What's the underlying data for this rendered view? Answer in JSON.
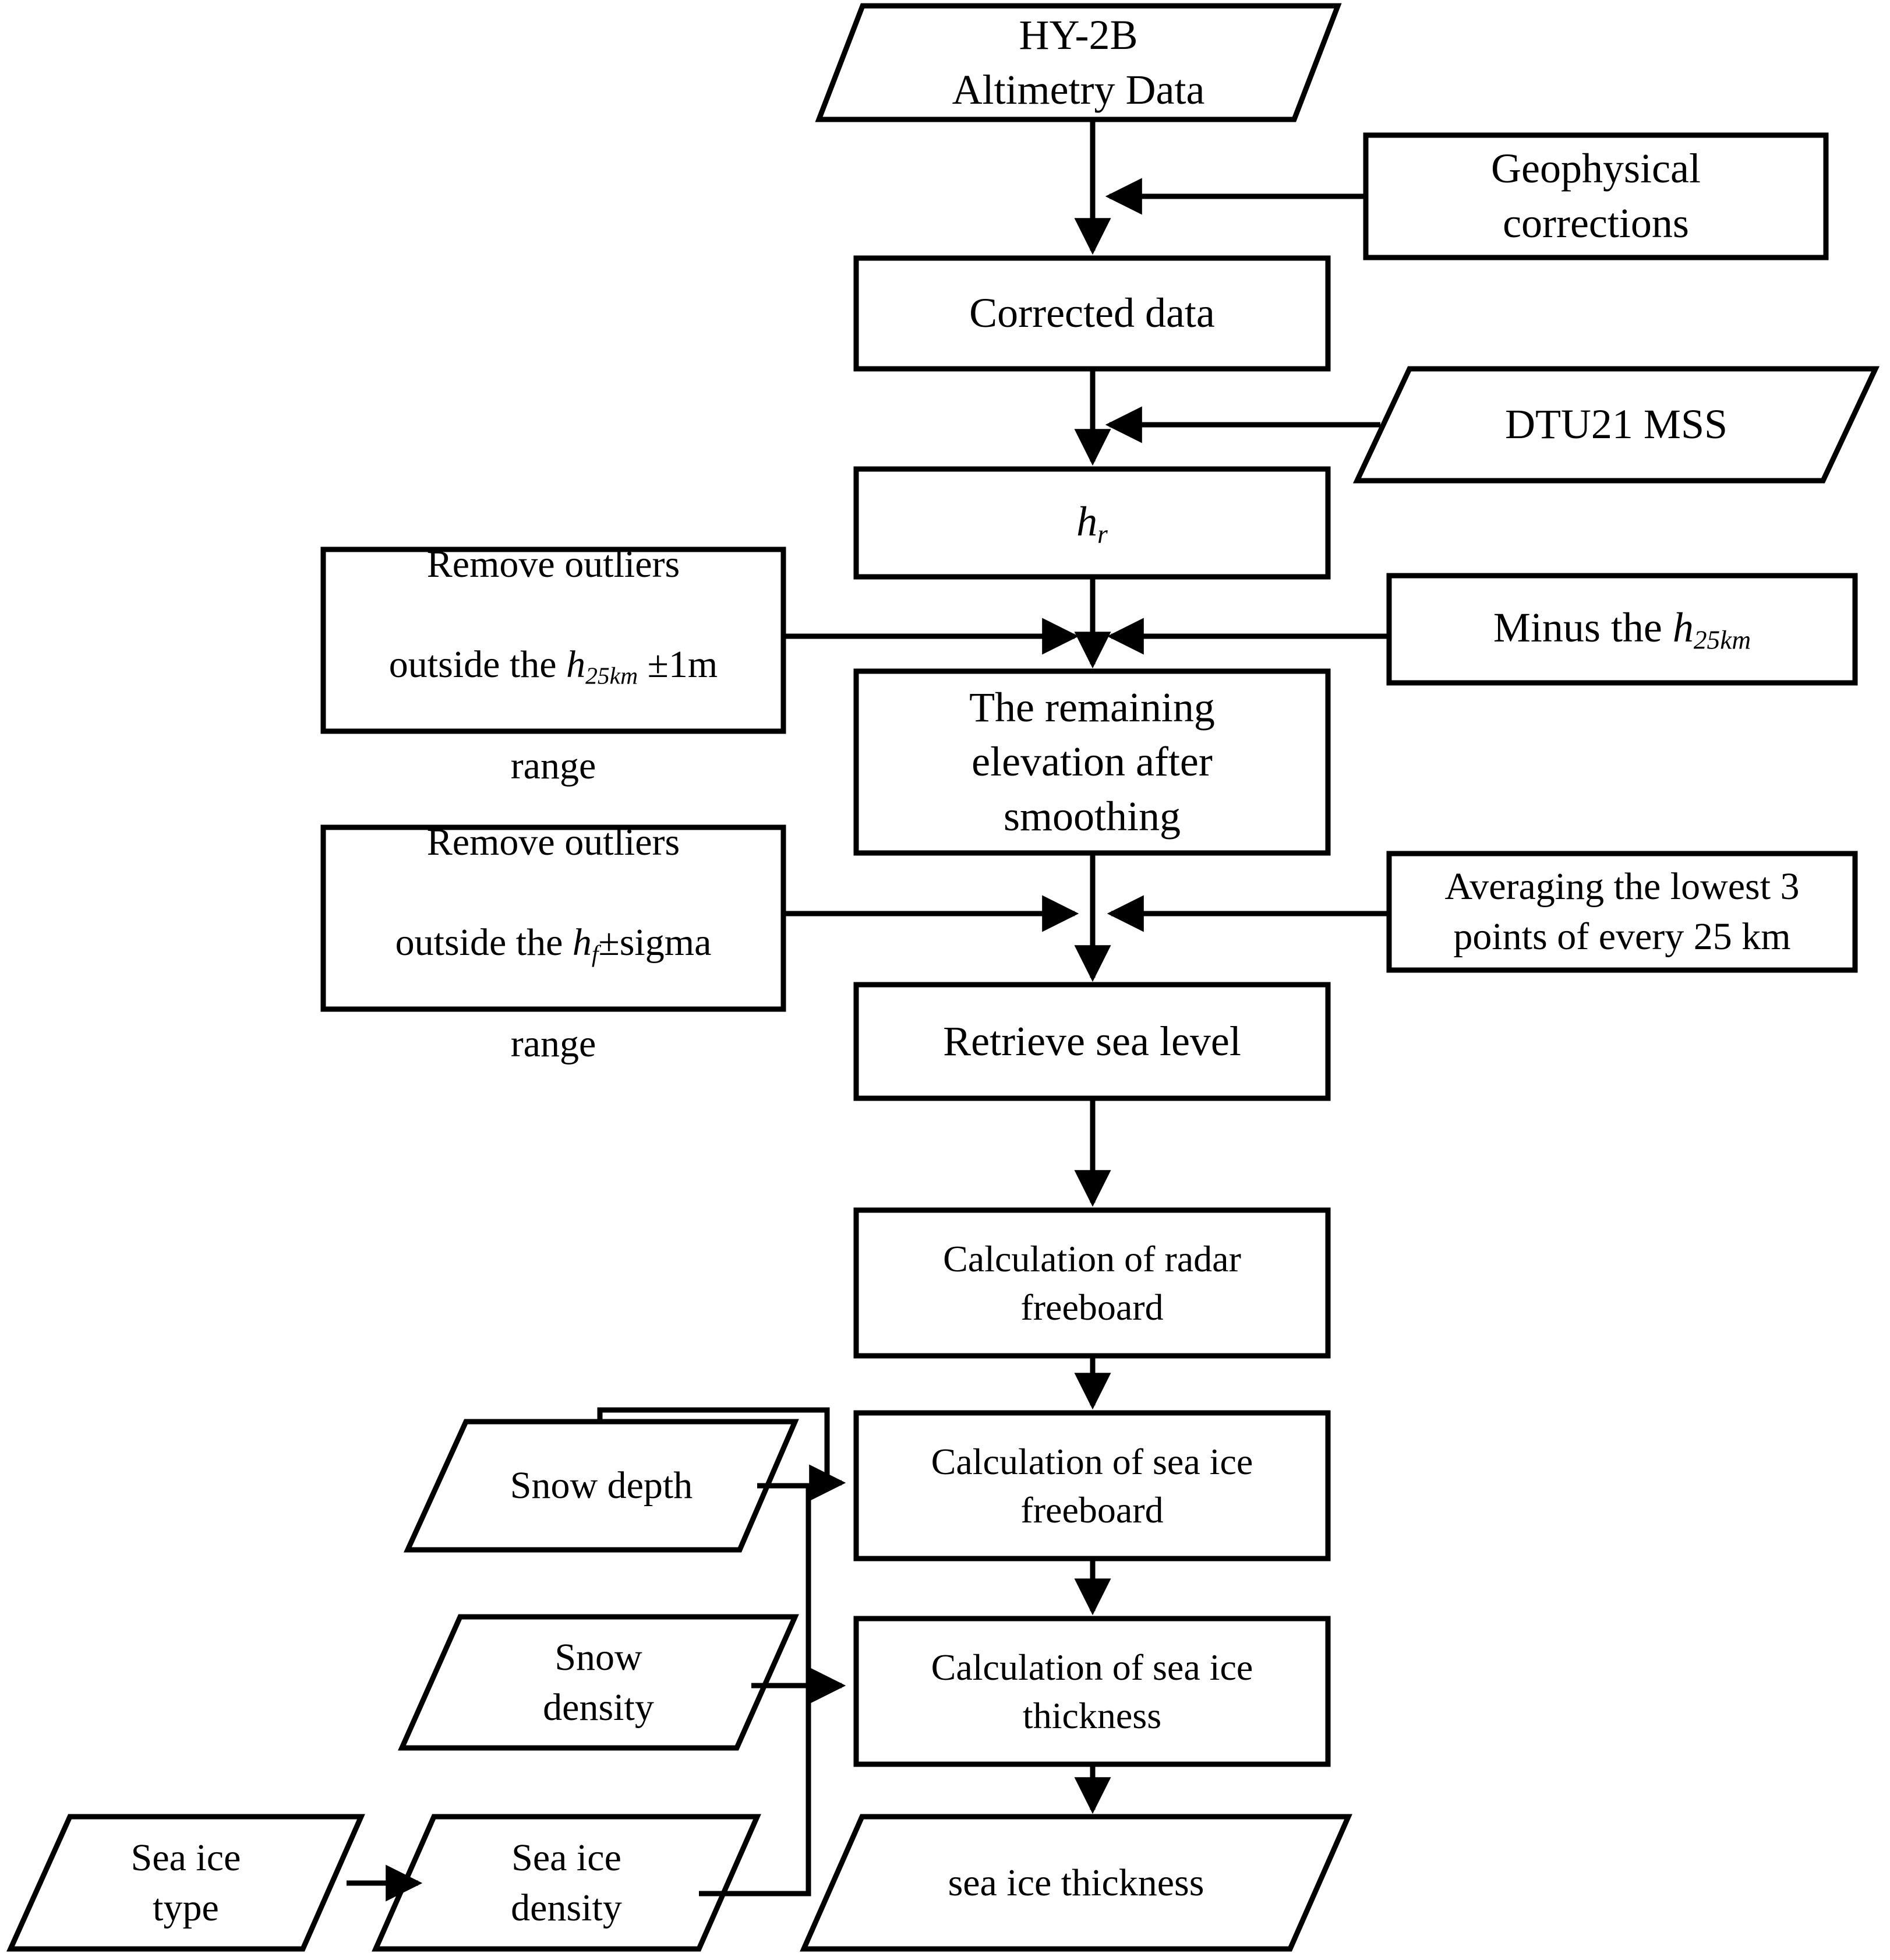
{
  "diagram": {
    "title": "HY-2B sea ice thickness retrieval flowchart",
    "stroke_color": "#000000",
    "fill_color": "#ffffff",
    "background": "#ffffff"
  },
  "nodes": {
    "hy2b_data": {
      "label": "HY-2B\nAltimetry Data",
      "shape": "parallelogram"
    },
    "geophysical_corrections": {
      "label": "Geophysical\ncorrections",
      "shape": "rectangle"
    },
    "corrected_data": {
      "label": "Corrected data",
      "shape": "rectangle"
    },
    "dtu21_mss": {
      "label": "DTU21 MSS",
      "shape": "parallelogram"
    },
    "hr": {
      "label": "hr",
      "label_main": "h",
      "label_sub": "r",
      "shape": "rectangle",
      "italic": true
    },
    "remove_outliers_25km": {
      "label": "Remove outliers outside the h25km ±1m range",
      "line1": "Remove outliers",
      "line2_pre": "outside the ",
      "line2_var": "h",
      "line2_sub": "25km",
      "line2_post": " ±1m",
      "line3": "range",
      "shape": "rectangle"
    },
    "minus_h25km": {
      "label": "Minus the h25km",
      "pre": "Minus the ",
      "var": "h",
      "sub": "25km",
      "shape": "rectangle"
    },
    "remaining_elevation": {
      "label": "The remaining\nelevation after\nsmoothing",
      "shape": "rectangle"
    },
    "remove_outliers_hf": {
      "label": "Remove outliers outside the hf ±sigma range",
      "line1": "Remove outliers",
      "line2_pre": "outside the ",
      "line2_var": "h",
      "line2_sub": "f",
      "line2_post": "±sigma",
      "line3": "range",
      "shape": "rectangle"
    },
    "averaging_lowest3": {
      "label": "Averaging the lowest 3\npoints of every 25 km",
      "shape": "rectangle"
    },
    "retrieve_sea_level": {
      "label": "Retrieve sea level",
      "shape": "rectangle"
    },
    "calc_radar_freeboard": {
      "label": "Calculation of radar\nfreeboard",
      "shape": "rectangle"
    },
    "calc_sea_ice_freeboard": {
      "label": "Calculation of sea ice\nfreeboard",
      "shape": "rectangle"
    },
    "calc_sea_ice_thickness": {
      "label": "Calculation of sea ice\nthickness",
      "shape": "rectangle"
    },
    "snow_depth": {
      "label": "Snow depth",
      "shape": "parallelogram"
    },
    "snow_density": {
      "label": "Snow\ndensity",
      "shape": "parallelogram"
    },
    "sea_ice_type": {
      "label": "Sea ice\ntype",
      "shape": "parallelogram"
    },
    "sea_ice_density": {
      "label": "Sea ice\ndensity",
      "shape": "parallelogram"
    },
    "sea_ice_thickness_out": {
      "label": "sea ice thickness",
      "shape": "parallelogram"
    }
  },
  "edges": [
    {
      "from": "hy2b_data",
      "to": "corrected_data",
      "type": "arrow-down"
    },
    {
      "from": "geophysical_corrections",
      "to": "hy2b_data-corrected_data",
      "type": "arrow-left"
    },
    {
      "from": "corrected_data",
      "to": "hr",
      "type": "arrow-down"
    },
    {
      "from": "dtu21_mss",
      "to": "corrected_data-hr",
      "type": "arrow-left"
    },
    {
      "from": "hr",
      "to": "remaining_elevation",
      "type": "arrow-down"
    },
    {
      "from": "remove_outliers_25km",
      "to": "hr-remaining_elevation",
      "type": "arrow-right"
    },
    {
      "from": "minus_h25km",
      "to": "hr-remaining_elevation",
      "type": "arrow-left"
    },
    {
      "from": "remaining_elevation",
      "to": "retrieve_sea_level",
      "type": "arrow-down"
    },
    {
      "from": "remove_outliers_hf",
      "to": "remaining_elevation-retrieve_sea_level",
      "type": "arrow-right"
    },
    {
      "from": "averaging_lowest3",
      "to": "remaining_elevation-retrieve_sea_level",
      "type": "arrow-left"
    },
    {
      "from": "retrieve_sea_level",
      "to": "calc_radar_freeboard",
      "type": "arrow-down"
    },
    {
      "from": "calc_radar_freeboard",
      "to": "calc_sea_ice_freeboard",
      "type": "arrow-down"
    },
    {
      "from": "snow_depth",
      "to": "calc_sea_ice_freeboard",
      "type": "arrow-right"
    },
    {
      "from": "calc_sea_ice_freeboard",
      "to": "calc_sea_ice_thickness",
      "type": "arrow-down"
    },
    {
      "from": "snow_density",
      "to": "calc_sea_ice_thickness",
      "type": "arrow-right"
    },
    {
      "from": "snow_depth",
      "to": "calc_sea_ice_thickness",
      "type": "routed"
    },
    {
      "from": "sea_ice_type",
      "to": "sea_ice_density",
      "type": "arrow-right"
    },
    {
      "from": "sea_ice_density",
      "to": "calc_sea_ice_thickness",
      "type": "routed"
    },
    {
      "from": "calc_sea_ice_thickness",
      "to": "sea_ice_thickness_out",
      "type": "arrow-down"
    }
  ]
}
